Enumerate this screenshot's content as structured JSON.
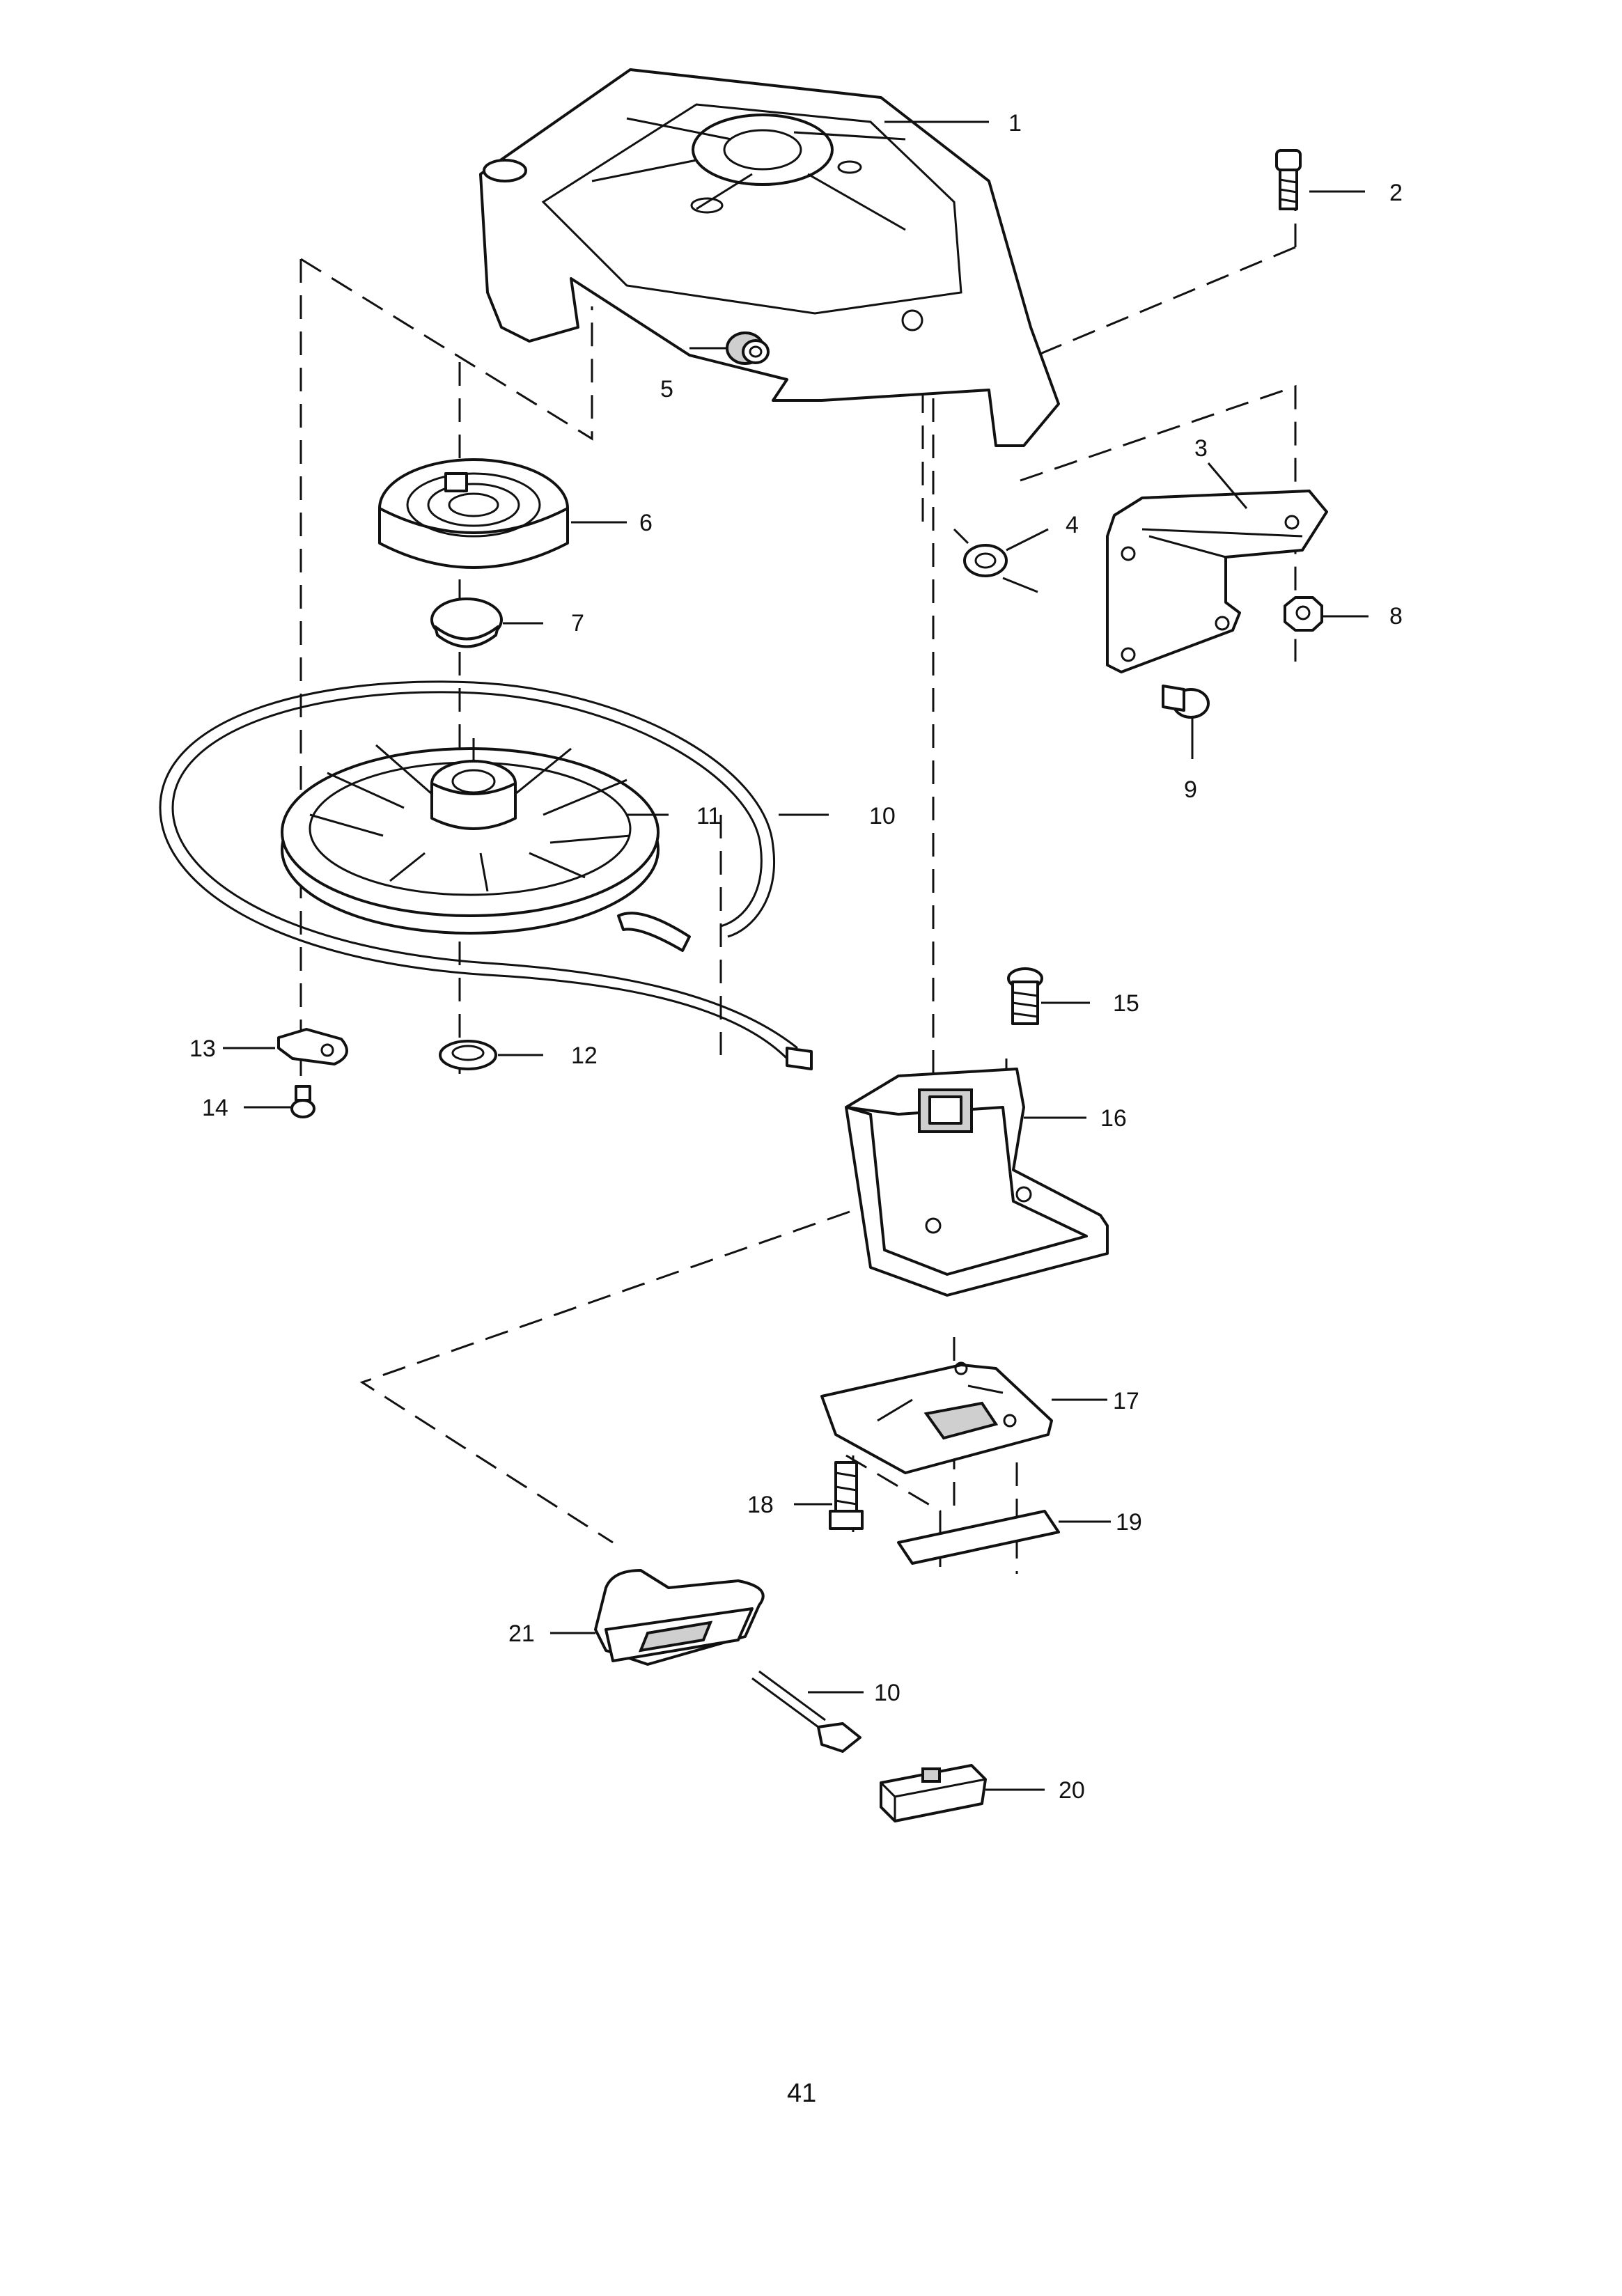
{
  "callouts": [
    {
      "id": "c1",
      "text": "1"
    },
    {
      "id": "c2",
      "text": "2"
    },
    {
      "id": "c3",
      "text": "3"
    },
    {
      "id": "c4",
      "text": "4"
    },
    {
      "id": "c5",
      "text": "5"
    },
    {
      "id": "c6",
      "text": "6"
    },
    {
      "id": "c7",
      "text": "7"
    },
    {
      "id": "c8",
      "text": "8"
    },
    {
      "id": "c9",
      "text": "9"
    },
    {
      "id": "c10a",
      "text": "10"
    },
    {
      "id": "c11",
      "text": "11"
    },
    {
      "id": "c12",
      "text": "12"
    },
    {
      "id": "c13",
      "text": "13"
    },
    {
      "id": "c14",
      "text": "14"
    },
    {
      "id": "c15",
      "text": "15"
    },
    {
      "id": "c16",
      "text": "16"
    },
    {
      "id": "c17",
      "text": "17"
    },
    {
      "id": "c18",
      "text": "18"
    },
    {
      "id": "c19",
      "text": "19"
    },
    {
      "id": "c10b",
      "text": "10"
    },
    {
      "id": "c20",
      "text": "20"
    },
    {
      "id": "c21",
      "text": "21"
    }
  ],
  "page_number": "41"
}
